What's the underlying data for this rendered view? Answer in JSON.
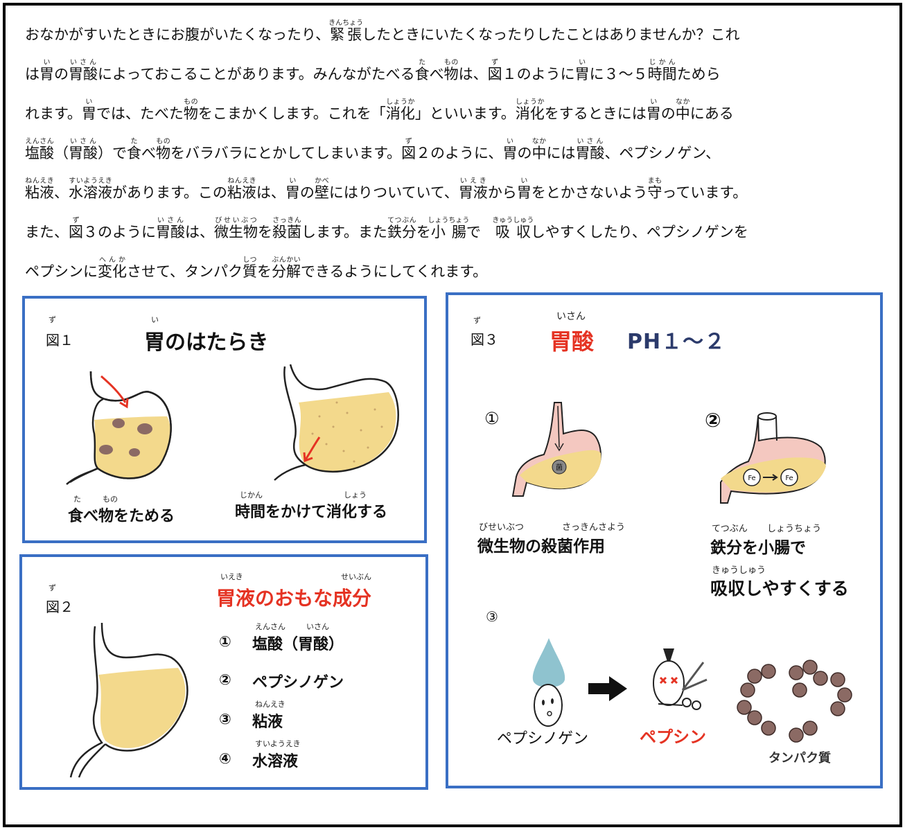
{
  "intro": {
    "lines": [
      {
        "base": "おなかがすいたときにお腹がいたくなったり、緊張したときにいたくなったりしたことはありませんか？これ",
        "rubies": [
          "きんちょう"
        ]
      },
      {
        "base": "は胃の胃酸によっておこることがあります。みんながたべる食べ物は、図１のように胃に３～５時間ためら",
        "rubies": [
          "い",
          "いさん",
          "た",
          "もの",
          "ず",
          "い",
          "じかん"
        ]
      },
      {
        "base": "れます。胃では、たべた物をこまかくします。これを「消化」といいます。消化をするときには胃の中にある",
        "rubies": [
          "い",
          "もの",
          "しょうか",
          "しょうか",
          "い",
          "なか"
        ]
      },
      {
        "base": "塩酸（胃酸）で食べ物をバラバラにとかしてしまいます。図２のように、胃の中には胃酸、ペプシノゲン、",
        "rubies": [
          "えんさん",
          "いさん",
          "た",
          "もの",
          "ず",
          "い",
          "なか",
          "いさん"
        ]
      },
      {
        "base": "粘液、水溶液があります。この粘液は、胃の壁にはりついていて、胃液から胃をとかさないよう守っています。",
        "rubies": [
          "ねんえき",
          "すいようえき",
          "ねんえき",
          "い",
          "かべ",
          "いえき",
          "い",
          "まも"
        ]
      },
      {
        "base": "また、図３のように胃酸は、微生物を殺菌します。また鉄分を小腸で　吸収しやすくしたり、ペプシノゲンを",
        "rubies": [
          "ず",
          "いさん",
          "びせいぶつ",
          "さっきん",
          "てつぶん",
          "しょうちょう",
          "きゅうしゅう"
        ]
      },
      {
        "base": "ペプシンに変化させて、タンパク質を分解できるようにしてくれます。",
        "rubies": [
          "へんか",
          "しつ",
          "ぶんかい"
        ]
      }
    ]
  },
  "fig1": {
    "ruby_zu": "ず",
    "label": "図１",
    "title_ruby": "い",
    "title": "胃のはたらき",
    "left_caption_ruby_ta": "た",
    "left_caption_ruby_mono": "もの",
    "left_caption": "食べ物をためる",
    "right_caption_ruby_jikan": "じかん",
    "right_caption_ruby_shou": "しょう",
    "right_caption": "時間をかけて消化する"
  },
  "fig2": {
    "ruby_zu": "ず",
    "label": "図２",
    "title_ruby_ieki": "いえき",
    "title_ruby_seibun": "せいぶん",
    "title": "胃液のおもな成分",
    "items": [
      {
        "num": "①",
        "ruby1": "えんさん",
        "ruby2": "いさん",
        "text": "塩酸（胃酸）"
      },
      {
        "num": "②",
        "ruby1": "",
        "ruby2": "",
        "text": "ペプシノゲン"
      },
      {
        "num": "③",
        "ruby1": "ねんえき",
        "ruby2": "",
        "text": "粘液"
      },
      {
        "num": "④",
        "ruby1": "すいようえき",
        "ruby2": "",
        "text": "水溶液"
      }
    ]
  },
  "fig3": {
    "ruby_zu": "ず",
    "label": "図３",
    "title_ruby": "いさん",
    "title_red": "胃酸",
    "title_navy": "PH１～２",
    "marker1": "①",
    "marker2": "②",
    "marker3": "③",
    "cap1_ruby1": "びせいぶつ",
    "cap1_ruby2": "さっきんさよう",
    "cap1": "微生物の殺菌作用",
    "cap2_ruby1": "てつぶん",
    "cap2_ruby2": "しょうちょう",
    "cap2_line1": "鉄分を小腸で",
    "cap2_ruby3": "きゅうしゅう",
    "cap2_line2": "吸収しやすくする",
    "pepsinogen": "ペプシノゲン",
    "pepsin": "ペプシン",
    "protein": "タンパク質",
    "iron_label": "Fe"
  },
  "colors": {
    "panel_border": "#3a6fc4",
    "red_title": "#e53323",
    "navy_title": "#2b3a6b",
    "stomach_fill": "#f3d98c",
    "stomach_outline": "#222222",
    "pink": "#f4c8c0",
    "drop": "#8fc3cf",
    "protein": "#8b6a64"
  }
}
